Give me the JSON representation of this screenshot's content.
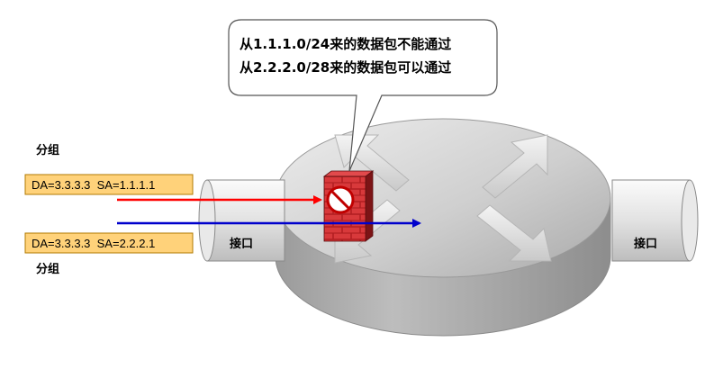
{
  "callout": {
    "line1": "从1.1.1.0/24来的数据包不能通过",
    "line2": "从2.2.2.0/28来的数据包可以通过"
  },
  "packets": [
    {
      "group_label": "分组",
      "text": "DA=3.3.3.3  SA=1.1.1.1",
      "arrow_color": "#ff0000"
    },
    {
      "group_label": "分组",
      "text": "DA=3.3.3.3  SA=2.2.2.1",
      "arrow_color": "#0000cc"
    }
  ],
  "interfaces": {
    "left_label": "接口",
    "right_label": "接口"
  },
  "icons": {
    "firewall": "brick-firewall-icon",
    "deny": "no-entry-icon",
    "router": "router-arrows-icon"
  },
  "colors": {
    "packet_fill": "#ffd27a",
    "packet_border": "#b07a00",
    "firewall_brick": "#c0282a",
    "router_body": "#c8c8c8"
  }
}
